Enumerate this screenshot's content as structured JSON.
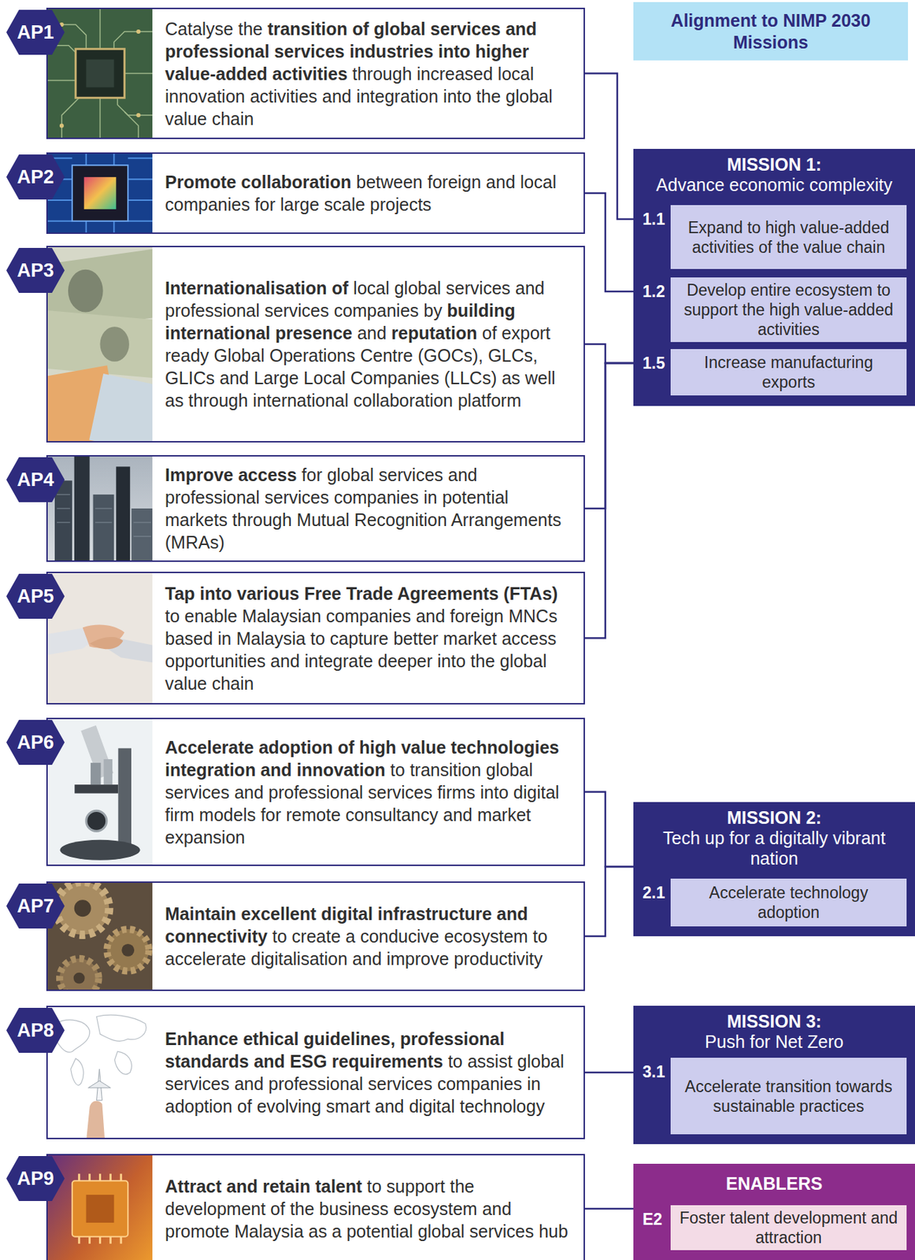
{
  "diagram": {
    "nodes": [
      {
        "text": [
          "AP1"
        ]
      },
      {
        "text": [
          "Catalyse the transition of global services and professional services industries into higher value-added activities through increased local innovation activities and integration into the global value chain"
        ]
      },
      {
        "text": [
          "AP2"
        ]
      },
      {
        "text": [
          "Promote collaboration between foreign and local companies for large scale projects"
        ]
      },
      {
        "text": [
          "AP3"
        ]
      },
      {
        "text": [
          "Internationalisation of local global services and professional services companies by building international presence and reputation of export ready Global Operations Centre (GOCs), GLCs, GLICs and Large Local Companies (LLCs) as well as through international collaboration platform"
        ]
      },
      {
        "text": [
          "AP4"
        ]
      },
      {
        "text": [
          "Improve access for global services and professional services companies in potential markets through Mutual Recognition Arrangements (MRAs)"
        ]
      },
      {
        "text": [
          "AP5"
        ]
      },
      {
        "text": [
          "Tap into various Free Trade Agreements (FTAs) to enable Malaysian companies and foreign MNCs based in Malaysia to capture better market access opportunities and integrate deeper into the global value chain"
        ]
      },
      {
        "text": [
          "AP6"
        ]
      },
      {
        "text": [
          "Accelerate adoption of high value technologies integration and innovation to transition global services and professional services firms into digital firm models for remote consultancy and market expansion"
        ]
      },
      {
        "text": [
          "AP7"
        ]
      },
      {
        "text": [
          "Maintain excellent digital infrastructure and connectivity to create a conducive ecosystem to accelerate digitalisation and improve productivity"
        ]
      },
      {
        "text": [
          "AP8"
        ]
      },
      {
        "text": [
          "Enhance ethical guidelines, professional standards and ESG requirements to assist global services and professional services companies in adoption of evolving smart and digital technology"
        ]
      },
      {
        "text": [
          "AP9"
        ]
      },
      {
        "text": [
          "Attract and retain talent to support the development of the business ecosystem and promote Malaysia as a potential global services hub"
        ]
      },
      {
        "text": [
          "Alignment to NIMP 2030 Missions"
        ]
      },
      {
        "text": [
          "MISSION 1:",
          "Advance economic complexity"
        ]
      },
      {
        "text": [
          "1.1",
          "Expand to high value-added activities of the value chain"
        ],
        "in": 19
      },
      {
        "text": [
          "1.2",
          "Develop entire ecosystem to support the high value-added activities"
        ],
        "in": 19
      },
      {
        "text": [
          "1.5",
          "Increase manufacturing exports"
        ],
        "in": 19
      },
      {
        "text": [
          "MISSION 2:",
          "Tech up for a digitally vibrant nation"
        ]
      },
      {
        "text": [
          "2.1",
          "Accelerate technology adoption"
        ],
        "in": 23
      },
      {
        "text": [
          "MISSION 3:",
          "Push for Net Zero"
        ]
      },
      {
        "text": [
          "3.1",
          "Accelerate transition towards sustainable practices"
        ],
        "in": 25
      },
      {
        "text": [
          "ENABLERS"
        ]
      },
      {
        "text": [
          "E2",
          "Foster talent development and attraction"
        ],
        "in": 27
      }
    ],
    "edges": [
      {
        "from": 1,
        "to": 20,
        "arrow": "none"
      },
      {
        "from": 3,
        "to": 21,
        "arrow": "none"
      },
      {
        "from": 5,
        "to": 22,
        "arrow": "none"
      },
      {
        "from": 7,
        "to": 22,
        "arrow": "none"
      },
      {
        "from": 9,
        "to": 22,
        "arrow": "none"
      },
      {
        "from": 11,
        "to": 23,
        "arrow": "none"
      },
      {
        "from": 13,
        "to": 23,
        "arrow": "none"
      },
      {
        "from": 15,
        "to": 26,
        "arrow": "none"
      },
      {
        "from": 17,
        "to": 28,
        "arrow": "none"
      }
    ]
  }
}
